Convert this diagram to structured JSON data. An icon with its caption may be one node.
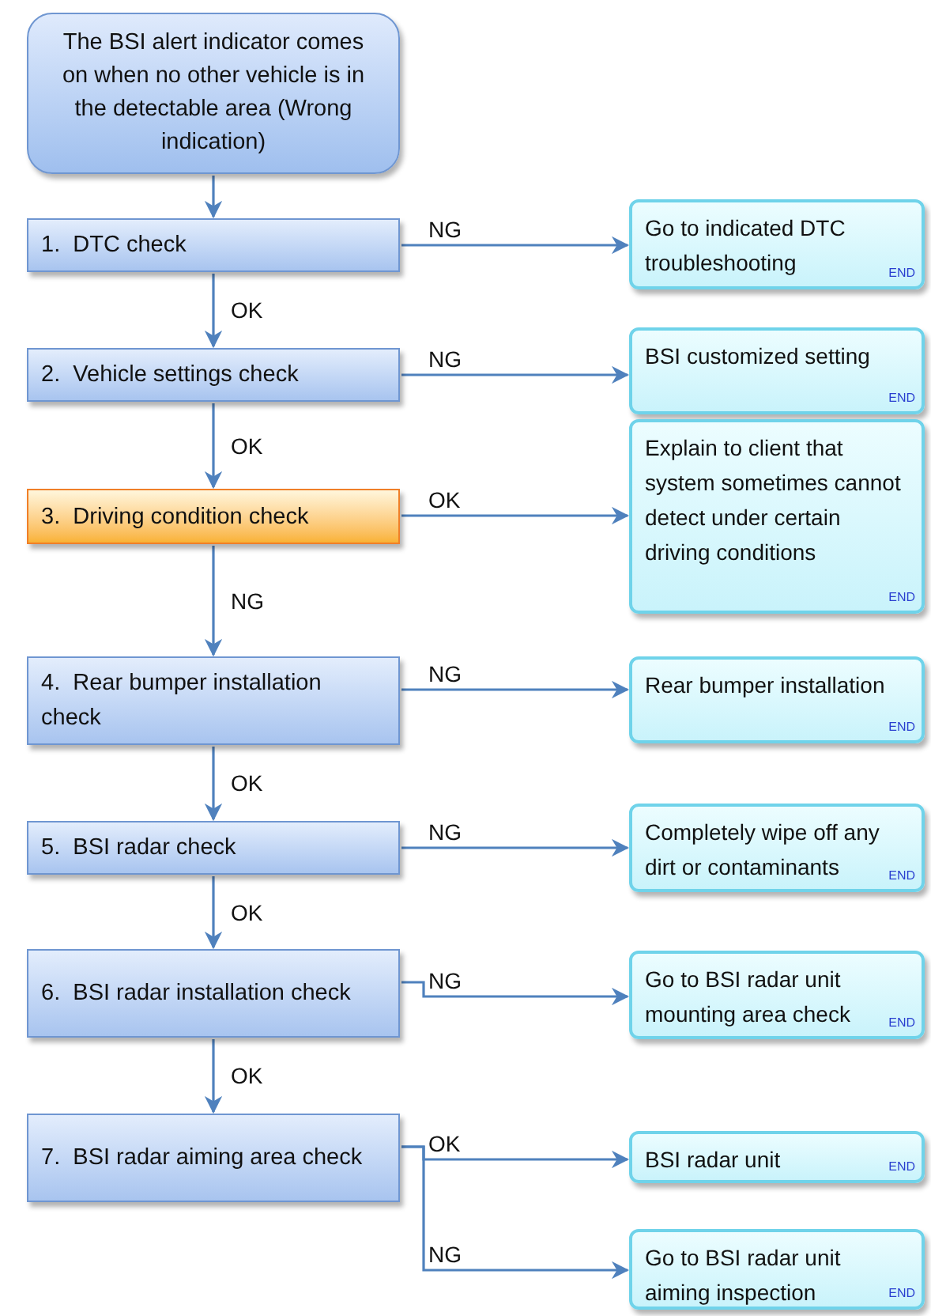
{
  "diagram": {
    "nodes": [
      {
        "text": [
          "The BSI alert indicator comes on when no other vehicle is in the detectable area (Wrong indication)"
        ]
      },
      {
        "text": [
          "1.  DTC check"
        ]
      },
      {
        "text": [
          "Go to indicated DTC troubleshooting",
          "END"
        ]
      },
      {
        "text": [
          "2.  Vehicle settings check"
        ]
      },
      {
        "text": [
          "BSI customized setting",
          "END"
        ]
      },
      {
        "text": [
          "3.  Driving condition check"
        ]
      },
      {
        "text": [
          "Explain to client that system sometimes cannot detect under certain driving conditions",
          "END"
        ]
      },
      {
        "text": [
          "4.  Rear bumper installation check"
        ]
      },
      {
        "text": [
          "Rear bumper installation",
          "END"
        ]
      },
      {
        "text": [
          "5.  BSI radar check"
        ]
      },
      {
        "text": [
          "Completely wipe off any dirt or contaminants",
          "END"
        ]
      },
      {
        "text": [
          "6.  BSI radar installation check"
        ]
      },
      {
        "text": [
          "Go to BSI radar unit mounting area check",
          "END"
        ]
      },
      {
        "text": [
          "7.  BSI radar aiming area check"
        ]
      },
      {
        "text": [
          "BSI radar unit",
          "END"
        ]
      },
      {
        "text": [
          "Go to BSI radar unit aiming inspection",
          "END"
        ]
      }
    ],
    "edges": [
      {
        "from": 0,
        "to": 1,
        "arrow": "to"
      },
      {
        "from": 1,
        "to": 2,
        "arrow": "to",
        "label": "NG"
      },
      {
        "from": 1,
        "to": 3,
        "arrow": "to",
        "label": "OK"
      },
      {
        "from": 3,
        "to": 4,
        "arrow": "to",
        "label": "NG"
      },
      {
        "from": 3,
        "to": 5,
        "arrow": "to",
        "label": "OK"
      },
      {
        "from": 5,
        "to": 6,
        "arrow": "to",
        "label": "OK"
      },
      {
        "from": 5,
        "to": 7,
        "arrow": "to",
        "label": "NG"
      },
      {
        "from": 7,
        "to": 8,
        "arrow": "to",
        "label": "NG"
      },
      {
        "from": 7,
        "to": 9,
        "arrow": "to",
        "label": "OK"
      },
      {
        "from": 9,
        "to": 10,
        "arrow": "to",
        "label": "NG"
      },
      {
        "from": 9,
        "to": 11,
        "arrow": "to",
        "label": "OK"
      },
      {
        "from": 11,
        "to": 12,
        "arrow": "to",
        "label": "NG"
      },
      {
        "from": 11,
        "to": 13,
        "arrow": "to",
        "label": "OK"
      },
      {
        "from": 13,
        "to": 14,
        "arrow": "to",
        "label": "OK"
      },
      {
        "from": 13,
        "to": 15,
        "arrow": "to",
        "label": "NG"
      }
    ]
  }
}
